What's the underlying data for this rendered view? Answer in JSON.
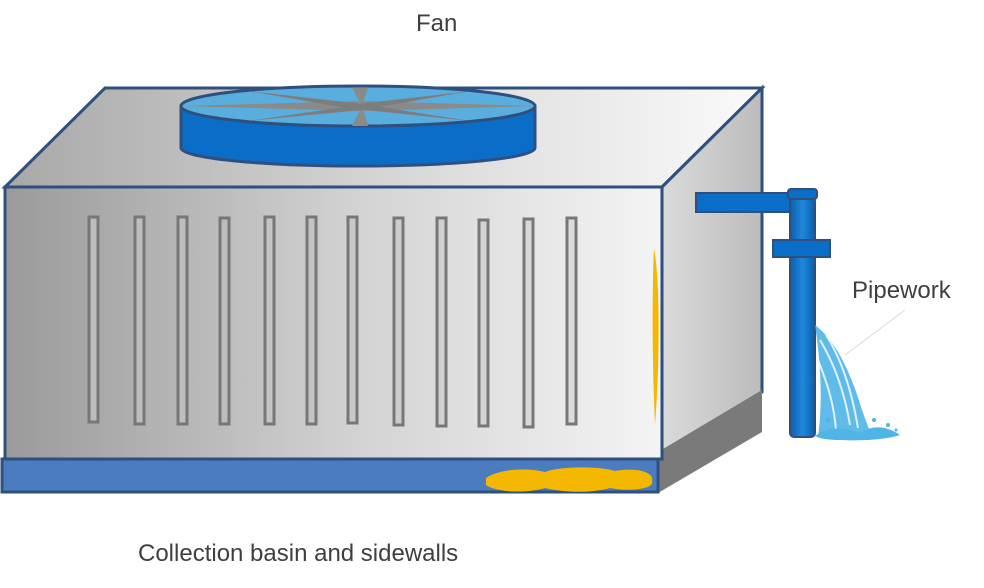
{
  "labels": {
    "fan": "Fan",
    "pipework": "Pipework",
    "basin": "Collection basin and sidewalls"
  },
  "colors": {
    "outline": "#2f4f7f",
    "pipe_blue": "#0a6ec9",
    "basin_blue": "#4a7cbf",
    "slot_grey": "#7a7a7a",
    "water_spray": "#4fb4e6",
    "leak_yellow": "#f5b800"
  },
  "counts": {
    "vent_slots": 12
  }
}
